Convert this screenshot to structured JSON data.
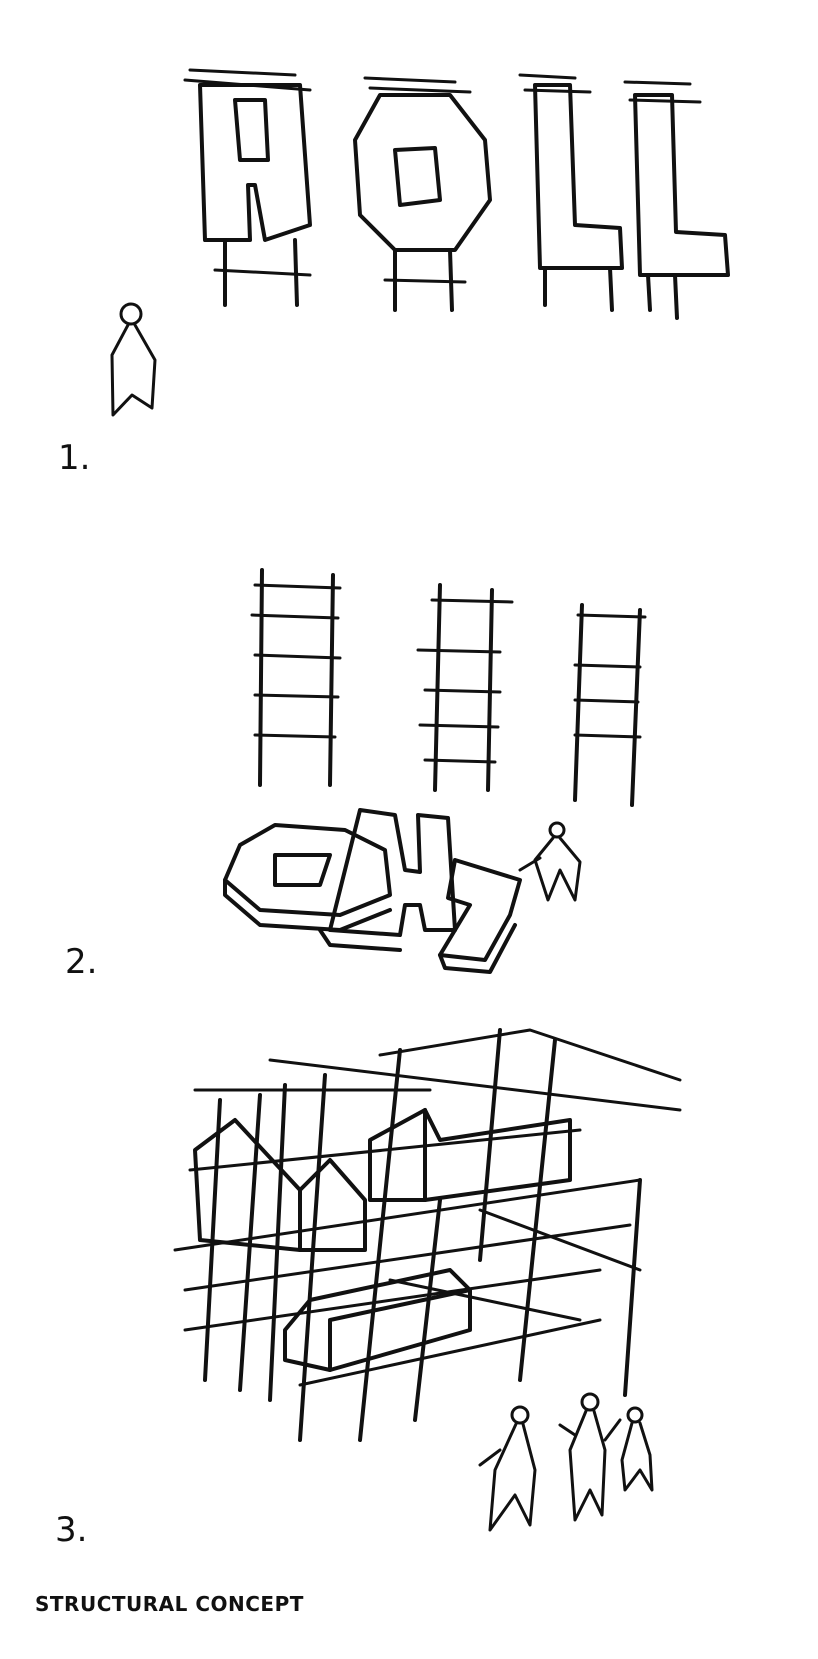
{
  "steps": [
    {
      "number": "1."
    },
    {
      "number": "2."
    },
    {
      "number": "3."
    }
  ],
  "caption": "STRUCTURAL CONCEPT",
  "colors": {
    "ink": "#111111",
    "background": "#ffffff"
  }
}
